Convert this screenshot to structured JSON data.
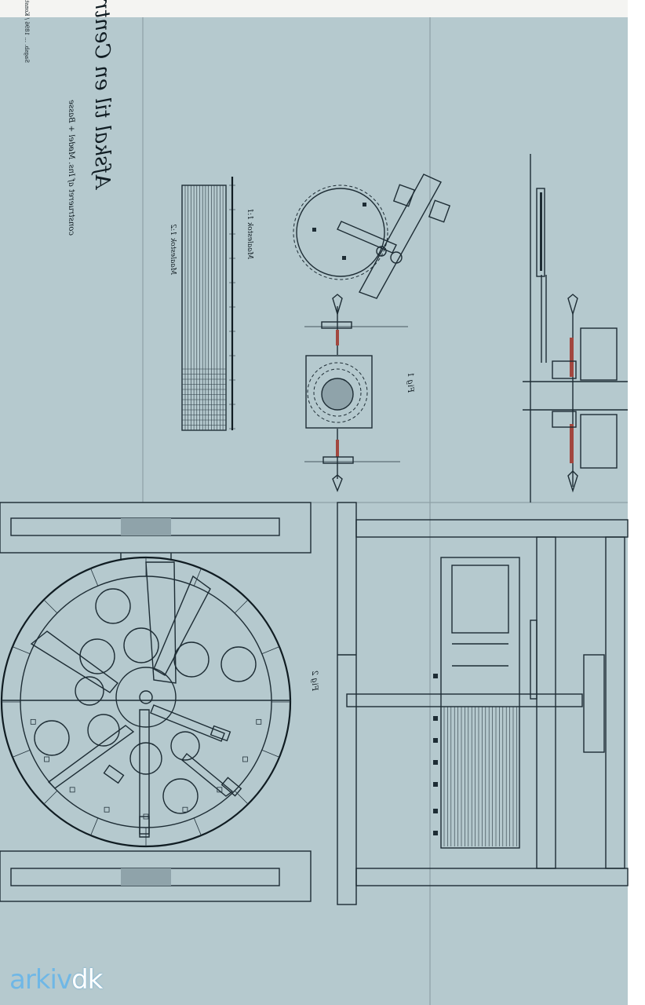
{
  "drawing": {
    "title_mirrored": "Afskal til en Centrifuge.",
    "subtitle_mirrored": "construeret af Ins. Mødel + Basse",
    "scale_label_1": "Maalestok 1:2",
    "scale_label_2": "Maalestok 1:1",
    "fig1_label": "Fig 1",
    "fig2_label": "Fig 2",
    "corner_note": "Sagsb. ... 1896 / Konst. ..."
  },
  "watermark": {
    "part1": "arkiv",
    "part2": "dk"
  },
  "colors": {
    "paper": "#b5c9ce",
    "ink": "#1d2c34",
    "red_accent": "#a2473f"
  }
}
